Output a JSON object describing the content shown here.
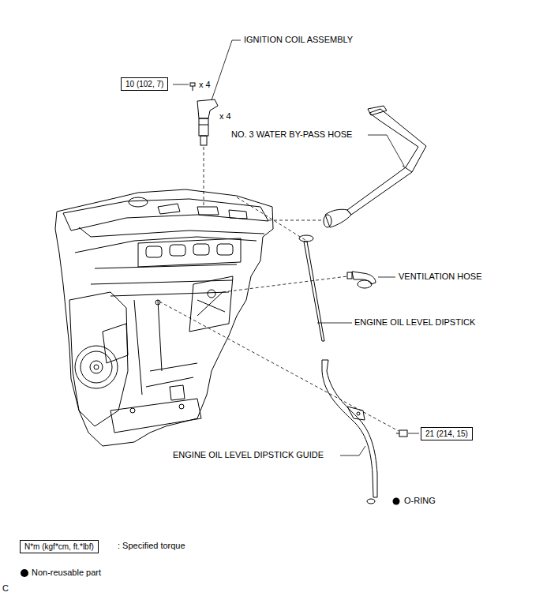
{
  "diagram": {
    "nodes": [
      {
        "text": [
          "10 (102, 7)"
        ]
      },
      {
        "text": [
          "21 (214, 15)"
        ]
      },
      {
        "text": [
          "N*m (kgf*cm, ft.*lbf)"
        ]
      }
    ],
    "edges": [],
    "labels": [
      "IGNITION COIL ASSEMBLY",
      "x 4",
      "x 4",
      "NO. 3 WATER BY-PASS HOSE",
      "VENTILATION HOSE",
      "ENGINE OIL LEVEL DIPSTICK",
      "ENGINE OIL LEVEL DIPSTICK GUIDE",
      "O-RING",
      ": Specified torque",
      "C"
    ],
    "legend": [
      {
        "text": "Non-reusable part"
      }
    ]
  }
}
